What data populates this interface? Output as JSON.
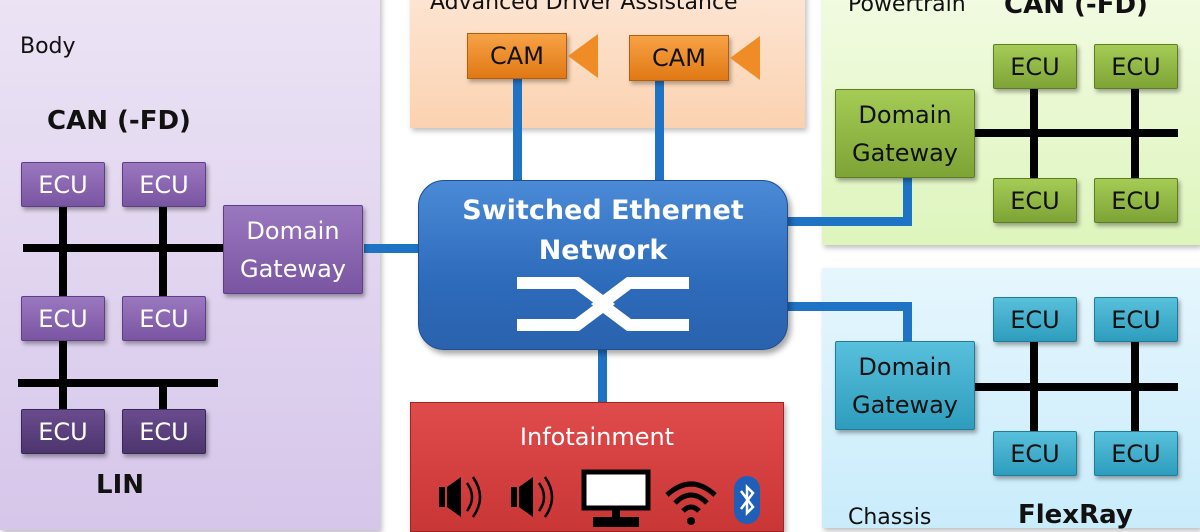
{
  "domains": {
    "body": {
      "title": "Body",
      "can_label": "CAN (-FD)",
      "lin_label": "LIN",
      "gateway": [
        "Domain",
        "Gateway"
      ],
      "ecus": [
        "ECU",
        "ECU",
        "ECU",
        "ECU",
        "ECU",
        "ECU"
      ],
      "color": "#d6c6ea"
    },
    "adas": {
      "title": "Advanced Driver Assistance",
      "cameras": [
        "CAM",
        "CAM"
      ],
      "color": "#fbd2b0"
    },
    "powertrain": {
      "title": "Powertrain",
      "bus_label": "CAN (-FD)",
      "gateway": [
        "Domain",
        "Gateway"
      ],
      "ecus": [
        "ECU",
        "ECU",
        "ECU",
        "ECU"
      ],
      "color": "#def5bd"
    },
    "chassis": {
      "title": "Chassis",
      "bus_label": "FlexRay",
      "gateway": [
        "Domain",
        "Gateway"
      ],
      "ecus": [
        "ECU",
        "ECU",
        "ECU",
        "ECU"
      ],
      "color": "#c9ecfb"
    },
    "infotainment": {
      "title": "Infotainment",
      "icons": [
        "speaker-icon",
        "speaker-icon",
        "monitor-icon",
        "wifi-icon",
        "bluetooth-icon"
      ],
      "color": "#d84040"
    }
  },
  "switch": {
    "title_line1": "Switched Ethernet",
    "title_line2": "Network",
    "icon": "switch-icon",
    "color": "#2d6bbb"
  },
  "colors": {
    "ethernet_link": "#1f73c4",
    "bus_line": "#000000"
  }
}
